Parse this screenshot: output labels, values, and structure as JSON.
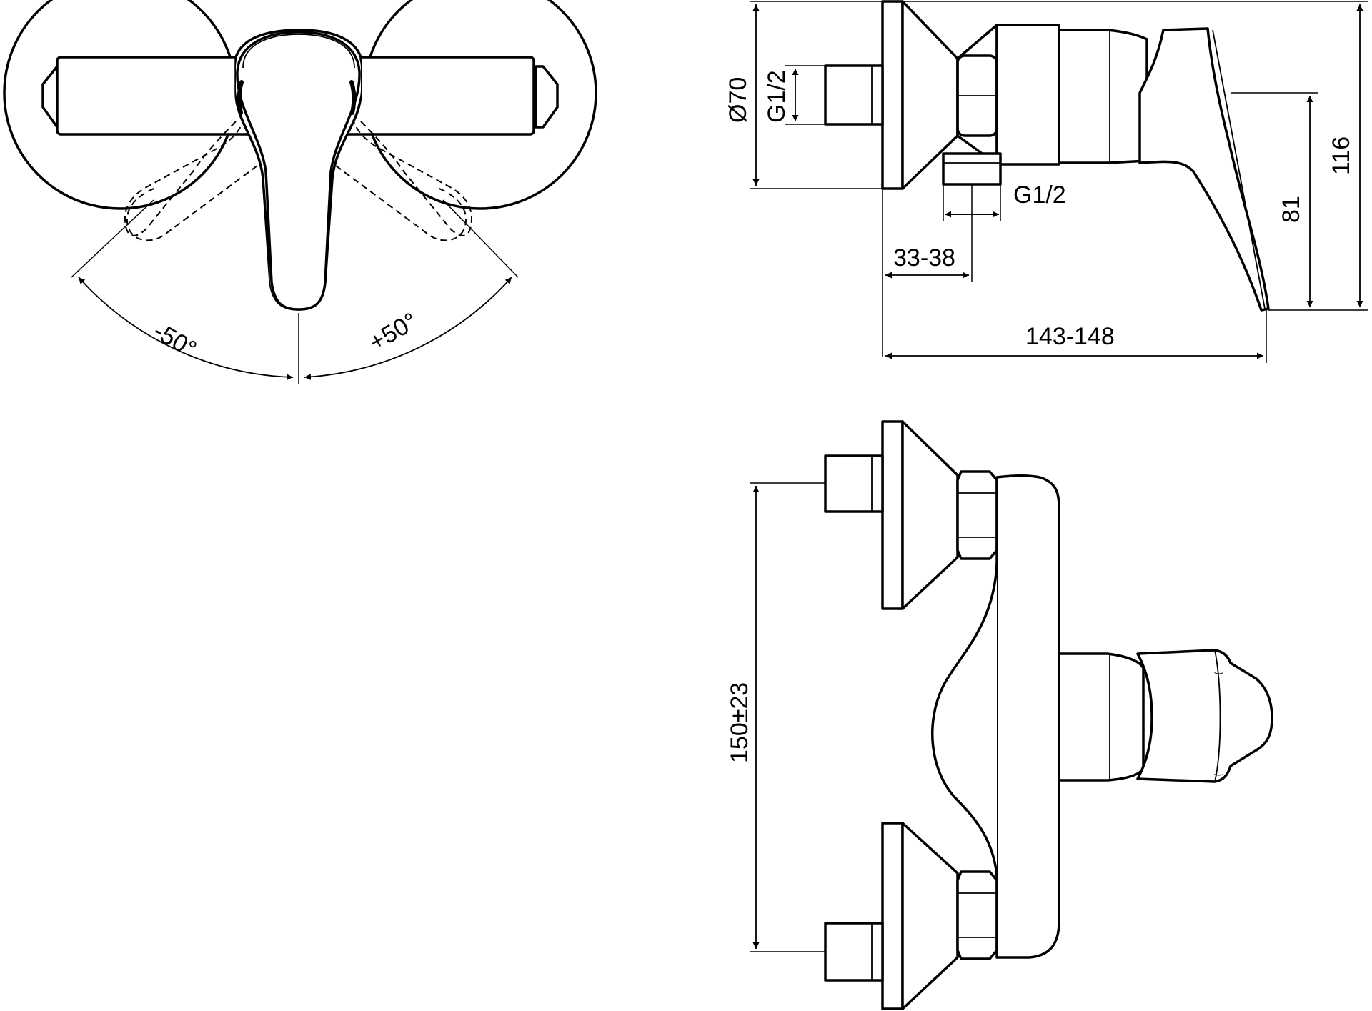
{
  "labels": {
    "neg_angle": "-50°",
    "pos_angle": "+50°",
    "diameter": "Ø70",
    "inlet_thread": "G1/2",
    "outlet_thread": "G1/2",
    "wall_range": "33-38",
    "overall_depth": "143-148",
    "handle_height": "81",
    "total_height": "116",
    "centre_distance": "150±23"
  }
}
